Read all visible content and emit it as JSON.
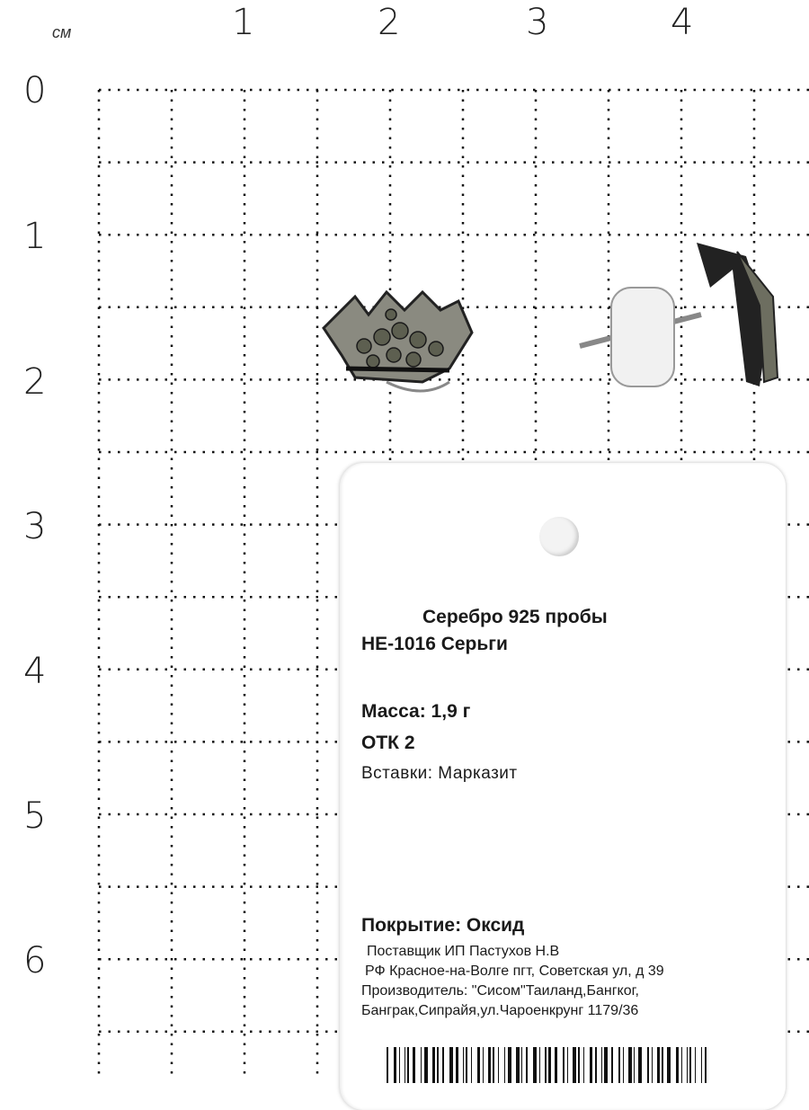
{
  "ruler": {
    "unit": "см",
    "top_labels": [
      "1",
      "2",
      "3",
      "4"
    ],
    "left_labels": [
      "0",
      "1",
      "2",
      "3",
      "4",
      "5",
      "6"
    ]
  },
  "tag": {
    "line1": "Серебро 925 пробы",
    "line2": "HE-1016 Серьги",
    "weight": "Масса: 1,9 г",
    "otk": "ОТК 2",
    "inserts": "Вставки: Марказит",
    "coating": "Покрытие: Оксид",
    "supplier": "Поставщик ИП Пастухов Н.В",
    "address": "РФ Красное-на-Волге пгт, Советская ул, д 39",
    "manufacturer": "Производитель: \"Сисом\"Таиланд,Бангког,",
    "manufacturer_address": "Банграк,Сипрайя,ул.Чароенкрунг 1179/36"
  }
}
